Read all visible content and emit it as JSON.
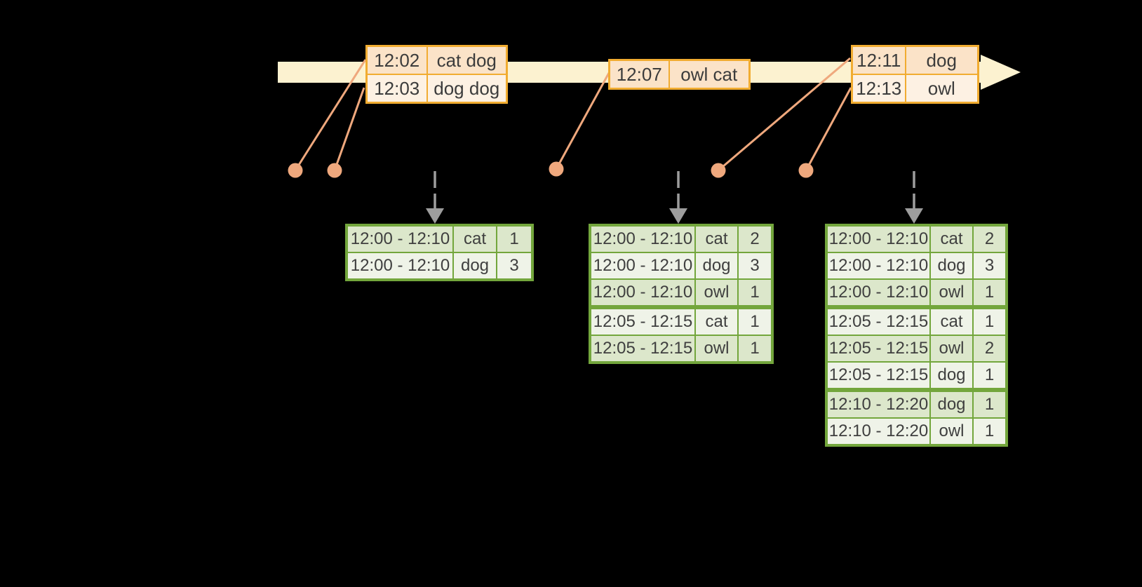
{
  "timeline": {
    "event_batches": [
      {
        "rows": [
          {
            "time": "12:02",
            "words": "cat dog"
          },
          {
            "time": "12:03",
            "words": "dog dog"
          }
        ]
      },
      {
        "rows": [
          {
            "time": "12:07",
            "words": "owl cat"
          }
        ]
      },
      {
        "rows": [
          {
            "time": "12:11",
            "words": "dog"
          },
          {
            "time": "12:13",
            "words": "owl"
          }
        ]
      }
    ]
  },
  "result_tables": [
    {
      "rows": [
        {
          "window": "12:00 - 12:10",
          "word": "cat",
          "count": "1"
        },
        {
          "window": "12:00 - 12:10",
          "word": "dog",
          "count": "3"
        }
      ]
    },
    {
      "rows": [
        {
          "window": "12:00 - 12:10",
          "word": "cat",
          "count": "2"
        },
        {
          "window": "12:00 - 12:10",
          "word": "dog",
          "count": "3"
        },
        {
          "window": "12:00 - 12:10",
          "word": "owl",
          "count": "1"
        },
        {
          "window": "12:05 - 12:15",
          "word": "cat",
          "count": "1"
        },
        {
          "window": "12:05 - 12:15",
          "word": "owl",
          "count": "1"
        }
      ]
    },
    {
      "rows": [
        {
          "window": "12:00 - 12:10",
          "word": "cat",
          "count": "2"
        },
        {
          "window": "12:00 - 12:10",
          "word": "dog",
          "count": "3"
        },
        {
          "window": "12:00 - 12:10",
          "word": "owl",
          "count": "1"
        },
        {
          "window": "12:05 - 12:15",
          "word": "cat",
          "count": "1"
        },
        {
          "window": "12:05 - 12:15",
          "word": "owl",
          "count": "2"
        },
        {
          "window": "12:05 - 12:15",
          "word": "dog",
          "count": "1"
        },
        {
          "window": "12:10 - 12:20",
          "word": "dog",
          "count": "1"
        },
        {
          "window": "12:10 - 12:20",
          "word": "owl",
          "count": "1"
        }
      ]
    }
  ],
  "colors": {
    "background": "#000000",
    "timeline_fill": "#FCF2D0",
    "event_table_border": "#F1AC31",
    "event_row_dark": "#FBE3C8",
    "event_row_light": "#FDF1E3",
    "event_dot": "#EFA87D",
    "trigger_arrow": "#9D9D9D",
    "result_table_border": "#73A63C",
    "result_row_dark": "#DCE7CB",
    "result_row_light": "#EFF3E8",
    "text": "#3C3C3C"
  }
}
